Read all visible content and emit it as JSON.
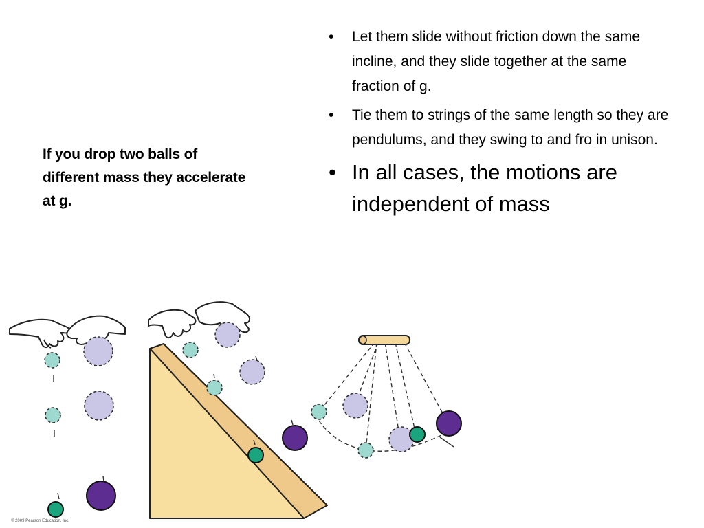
{
  "left_caption": "If you drop two balls of different mass they accelerate at g.",
  "bullets": [
    {
      "text": "Let them slide without friction down the same incline, and they slide together at the same fraction of g."
    },
    {
      "text": "Tie them to strings of the same length so they are pendulums, and they swing to and fro in unison."
    },
    {
      "text": "In all cases, the motions are independent of mass"
    }
  ],
  "bullet_symbol": "•",
  "copyright": "© 2009 Pearson Education, Inc.",
  "colors": {
    "small_ball": "#9ed9cf",
    "small_ball_solid": "#1aa57f",
    "big_ball": "#c9c6e6",
    "big_ball_solid": "#5e2d91",
    "incline": "#f8dfa0",
    "pendulum_bar": "#f6d79a"
  }
}
